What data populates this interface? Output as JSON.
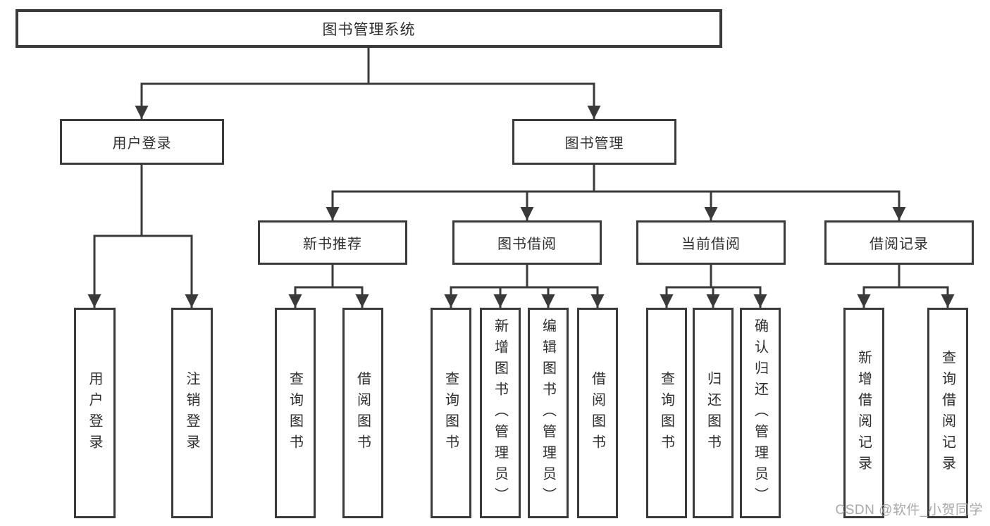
{
  "diagram_type": "hierarchy-tree",
  "tree": {
    "label": "图书管理系统",
    "children": [
      {
        "label": "用户登录",
        "children": [
          {
            "label": "用户登录"
          },
          {
            "label": "注销登录"
          }
        ]
      },
      {
        "label": "图书管理",
        "children": [
          {
            "label": "新书推荐",
            "children": [
              {
                "label": "查询图书"
              },
              {
                "label": "借阅图书"
              }
            ]
          },
          {
            "label": "图书借阅",
            "children": [
              {
                "label": "查询图书"
              },
              {
                "label": "新增图书（管理员）"
              },
              {
                "label": "编辑图书（管理员）"
              },
              {
                "label": "借阅图书"
              }
            ]
          },
          {
            "label": "当前借阅",
            "children": [
              {
                "label": "查询图书"
              },
              {
                "label": "归还图书"
              },
              {
                "label": "确认归还（管理员）"
              }
            ]
          },
          {
            "label": "借阅记录",
            "children": [
              {
                "label": "新增借阅记录"
              },
              {
                "label": "查询借阅记录"
              }
            ]
          }
        ]
      }
    ]
  },
  "watermark": {
    "text": "CSDN @软件_小贺同学",
    "color": "#a9a9a9"
  },
  "colors": {
    "line": "#3a3a3a",
    "box_border": "#3a3a3a",
    "text": "#2e2e2e",
    "background": "#ffffff"
  }
}
